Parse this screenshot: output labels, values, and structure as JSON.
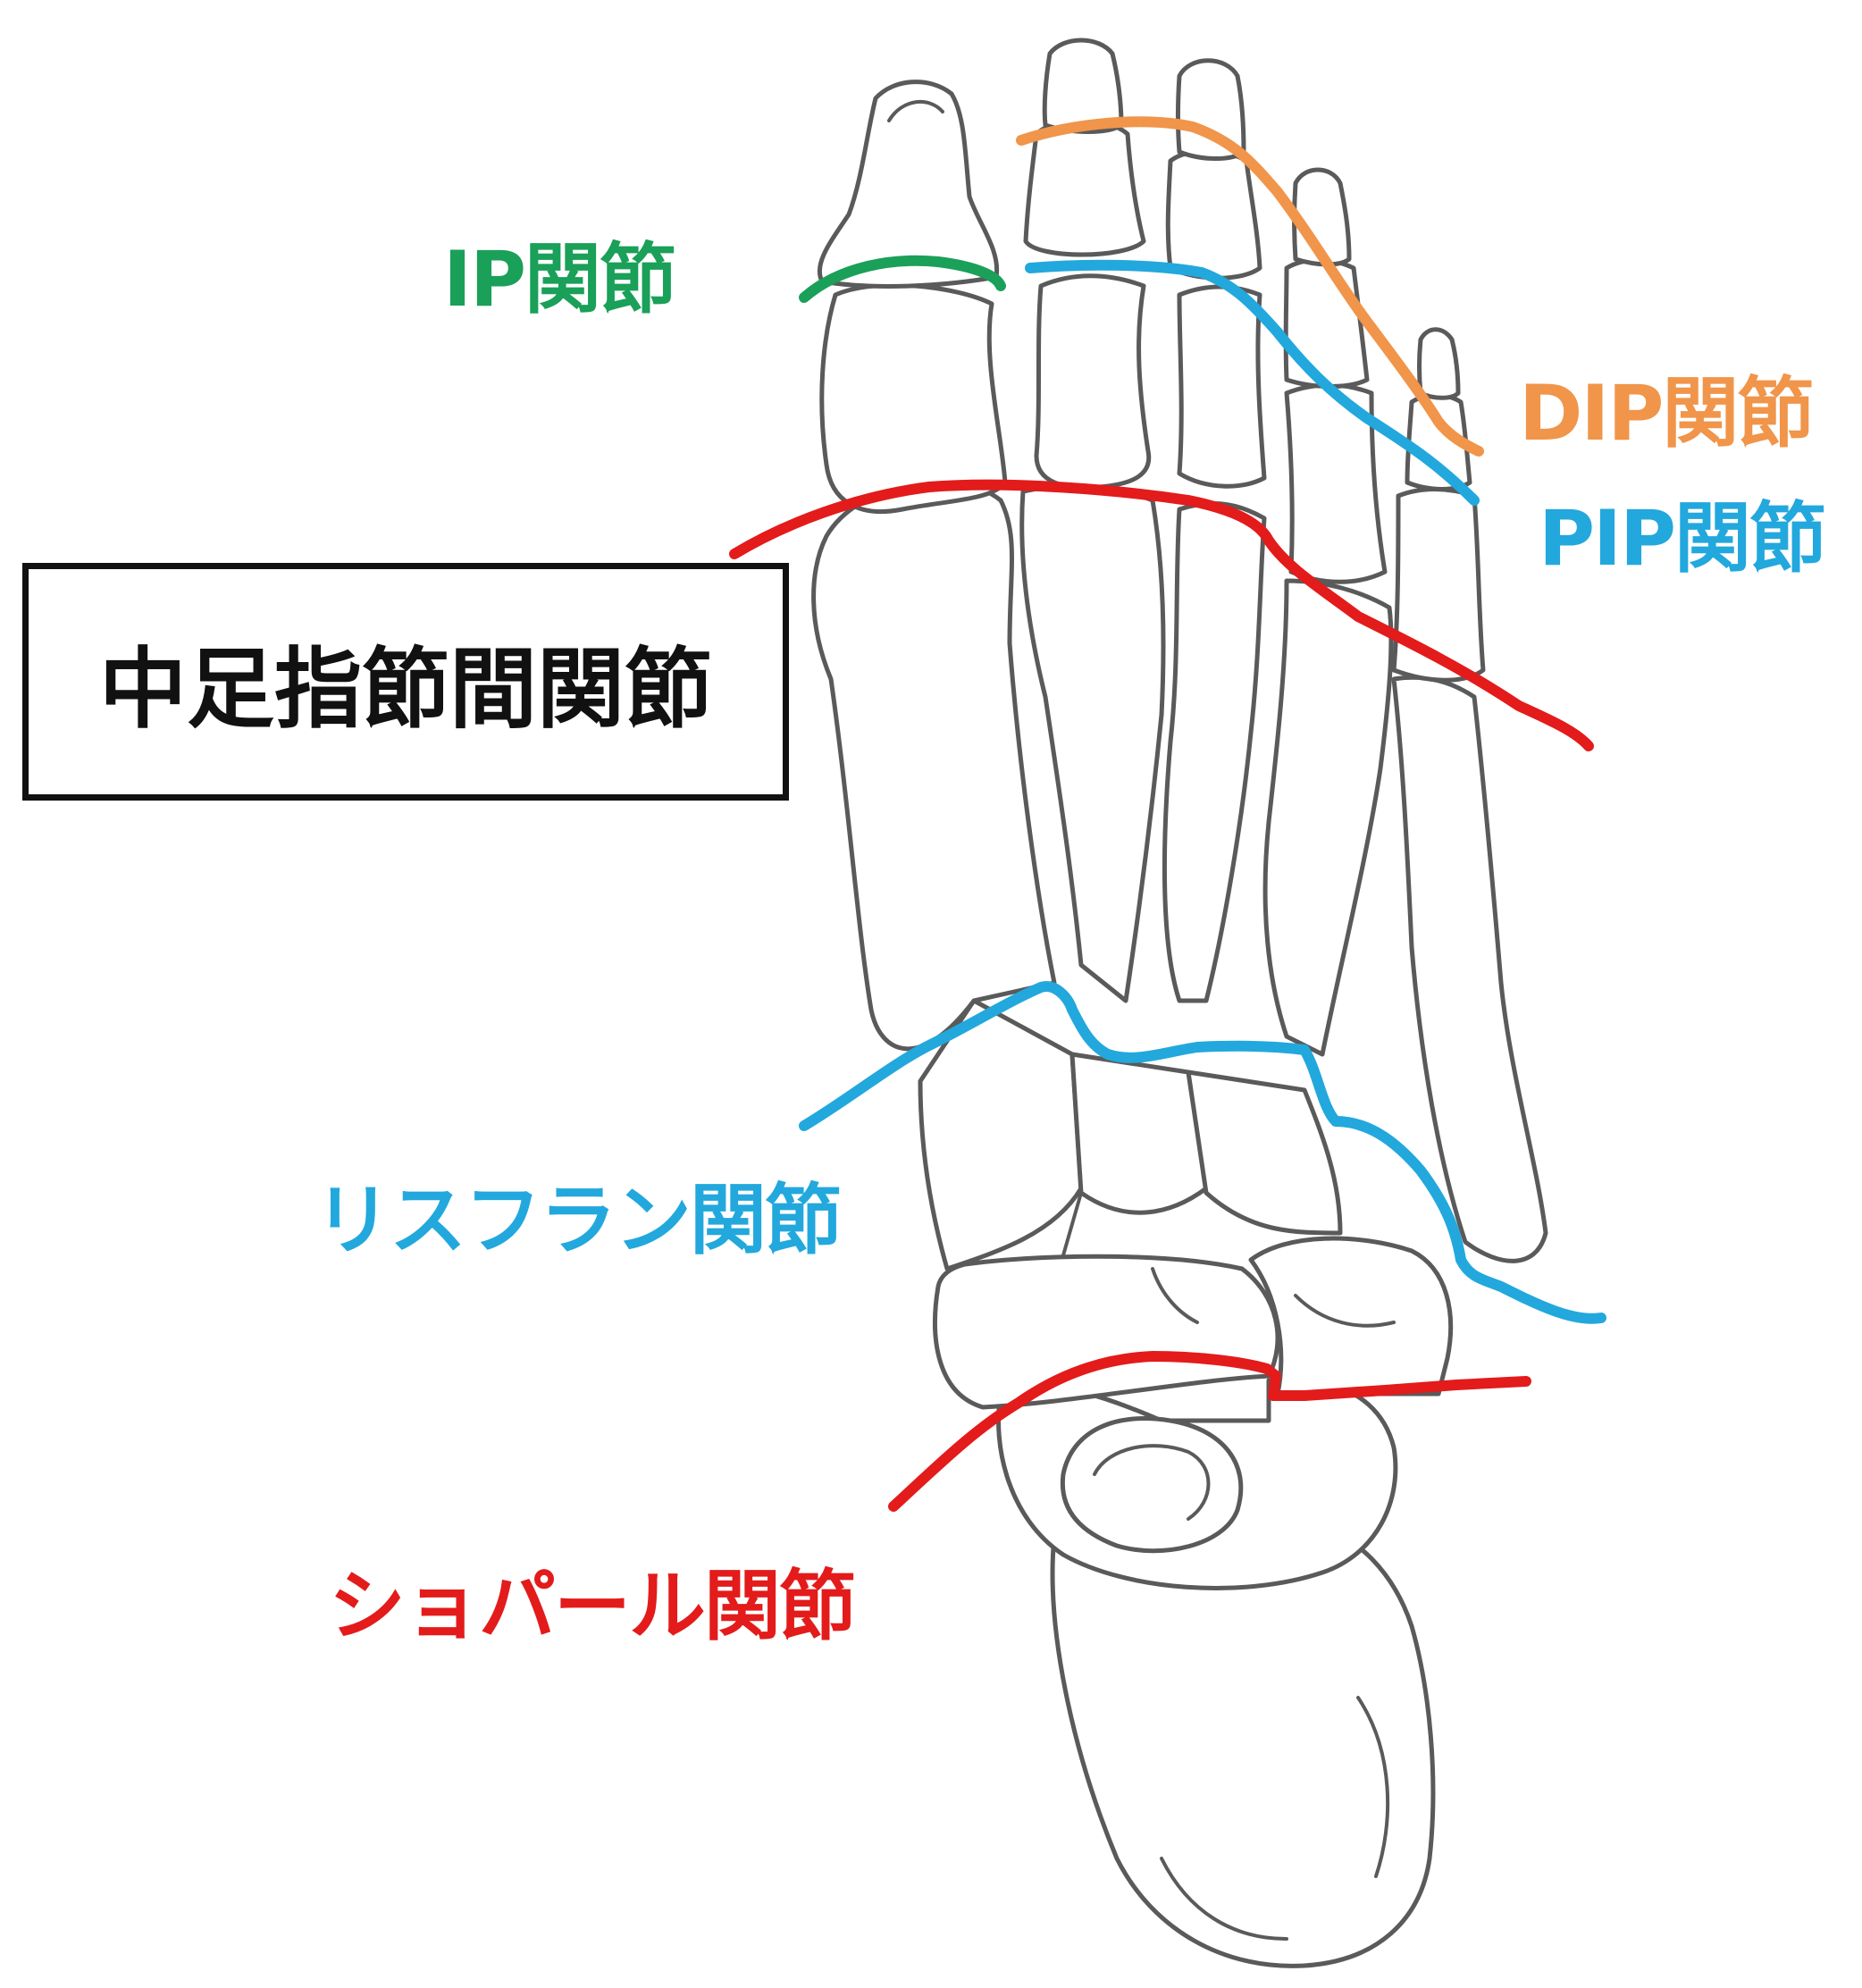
{
  "title": "中足指節間関節",
  "labels": {
    "ip": "IP関節",
    "dip": "DIP関節",
    "pip": "PIP関節",
    "lisfranc": "リスフラン関節",
    "chopart": "ショパール関節"
  },
  "colors": {
    "ip": "#1aa058",
    "dip": "#f0954a",
    "pip": "#22a8dd",
    "lisfranc": "#22a8dd",
    "mtp": "#e31b1b",
    "chopart": "#e31b1b",
    "bone_outline": "#5a5a5a",
    "title_text": "#111111"
  }
}
